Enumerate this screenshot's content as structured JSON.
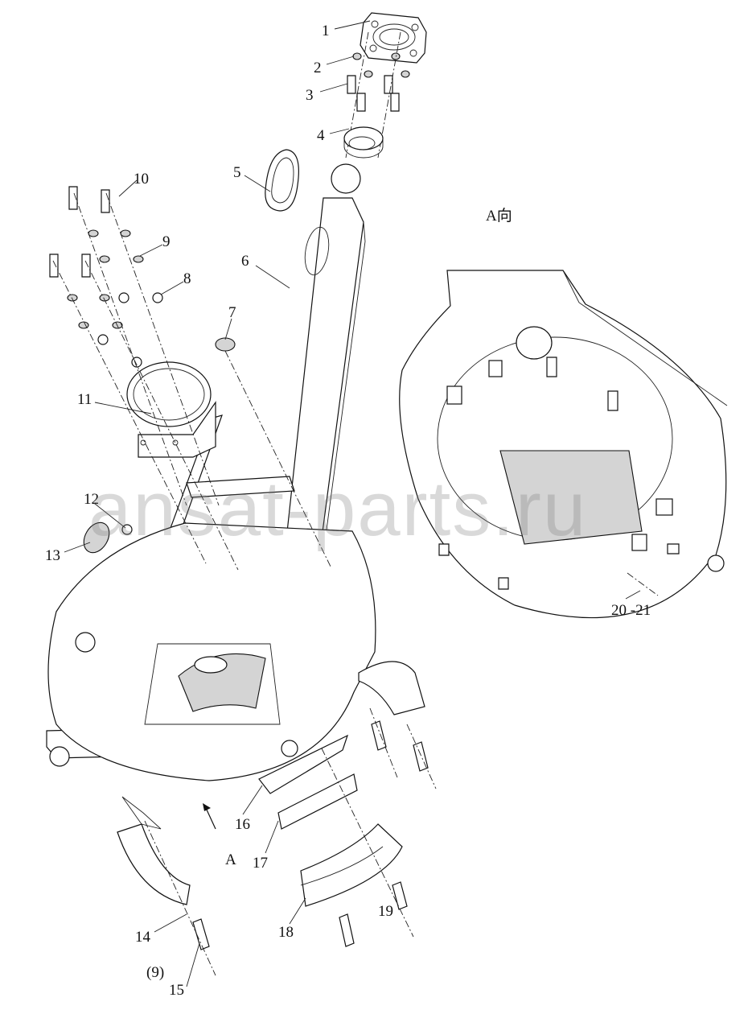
{
  "watermark": "ansat-parts.ru",
  "view_label": "A向",
  "direction_label": "A",
  "callouts": [
    {
      "id": "1",
      "label": "1"
    },
    {
      "id": "2",
      "label": "2"
    },
    {
      "id": "3",
      "label": "3"
    },
    {
      "id": "4",
      "label": "4"
    },
    {
      "id": "5",
      "label": "5"
    },
    {
      "id": "6",
      "label": "6"
    },
    {
      "id": "7",
      "label": "7"
    },
    {
      "id": "8",
      "label": "8"
    },
    {
      "id": "9",
      "label": "9"
    },
    {
      "id": "10",
      "label": "10"
    },
    {
      "id": "11",
      "label": "11"
    },
    {
      "id": "12",
      "label": "12"
    },
    {
      "id": "13",
      "label": "13"
    },
    {
      "id": "14",
      "label": "14"
    },
    {
      "id": "9b",
      "label": "(9)"
    },
    {
      "id": "15",
      "label": "15"
    },
    {
      "id": "16",
      "label": "16"
    },
    {
      "id": "17",
      "label": "17"
    },
    {
      "id": "18",
      "label": "18"
    },
    {
      "id": "19",
      "label": "19"
    },
    {
      "id": "20-21",
      "label": "20 -21"
    }
  ]
}
